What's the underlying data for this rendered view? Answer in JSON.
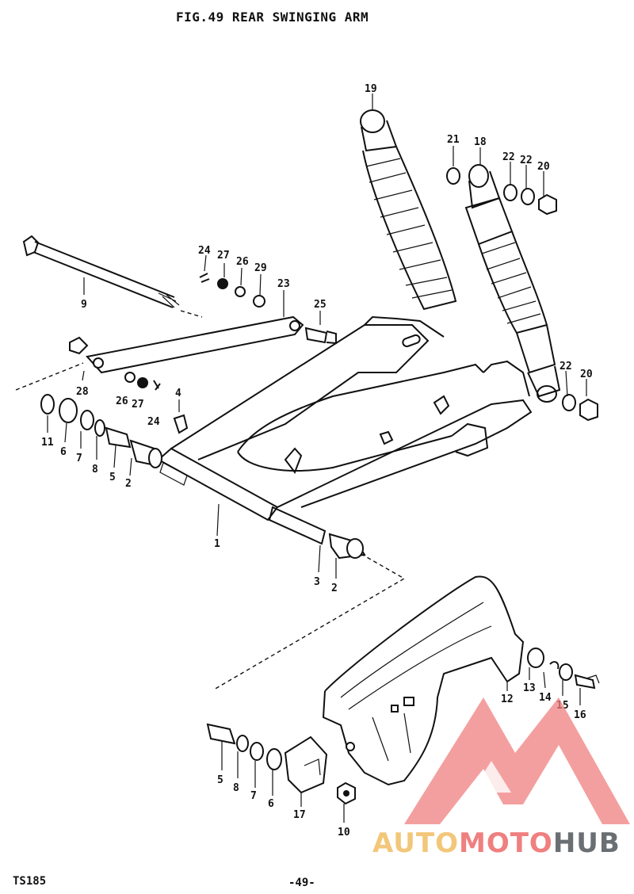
{
  "title": "FIG.49  REAR SWINGING ARM",
  "footer": {
    "model": "TS185",
    "page": "-49-"
  },
  "logo": {
    "part1": "AUTO",
    "part2": "MOTO",
    "part3": "HUB",
    "colors": {
      "auto": "#f2c77a",
      "moto": "#f07f7f",
      "hub": "#6a6f73",
      "triangle": "#f07f7f"
    }
  },
  "callouts": [
    {
      "id": "c19a",
      "text": "19"
    },
    {
      "id": "c21",
      "text": "21"
    },
    {
      "id": "c18",
      "text": "18"
    },
    {
      "id": "c22a",
      "text": "22"
    },
    {
      "id": "c22b",
      "text": "22"
    },
    {
      "id": "c20a",
      "text": "20"
    },
    {
      "id": "c24a",
      "text": "24"
    },
    {
      "id": "c27a",
      "text": "27"
    },
    {
      "id": "c26a",
      "text": "26"
    },
    {
      "id": "c29",
      "text": "29"
    },
    {
      "id": "c23",
      "text": "23"
    },
    {
      "id": "c9",
      "text": "9"
    },
    {
      "id": "c25",
      "text": "25"
    },
    {
      "id": "c28",
      "text": "28"
    },
    {
      "id": "c26b",
      "text": "26"
    },
    {
      "id": "c27b",
      "text": "27"
    },
    {
      "id": "c24b",
      "text": "24"
    },
    {
      "id": "c4",
      "text": "4"
    },
    {
      "id": "c22c",
      "text": "22"
    },
    {
      "id": "c20b",
      "text": "20"
    },
    {
      "id": "c11",
      "text": "11"
    },
    {
      "id": "c6a",
      "text": "6"
    },
    {
      "id": "c7a",
      "text": "7"
    },
    {
      "id": "c8a",
      "text": "8"
    },
    {
      "id": "c5a",
      "text": "5"
    },
    {
      "id": "c2a",
      "text": "2"
    },
    {
      "id": "c1",
      "text": "1"
    },
    {
      "id": "c3",
      "text": "3"
    },
    {
      "id": "c2b",
      "text": "2"
    },
    {
      "id": "c12",
      "text": "12"
    },
    {
      "id": "c13",
      "text": "13"
    },
    {
      "id": "c14",
      "text": "14"
    },
    {
      "id": "c15",
      "text": "15"
    },
    {
      "id": "c16",
      "text": "16"
    },
    {
      "id": "c5b",
      "text": "5"
    },
    {
      "id": "c8b",
      "text": "8"
    },
    {
      "id": "c7b",
      "text": "7"
    },
    {
      "id": "c6b",
      "text": "6"
    },
    {
      "id": "c17",
      "text": "17"
    },
    {
      "id": "c10",
      "text": "10"
    }
  ]
}
